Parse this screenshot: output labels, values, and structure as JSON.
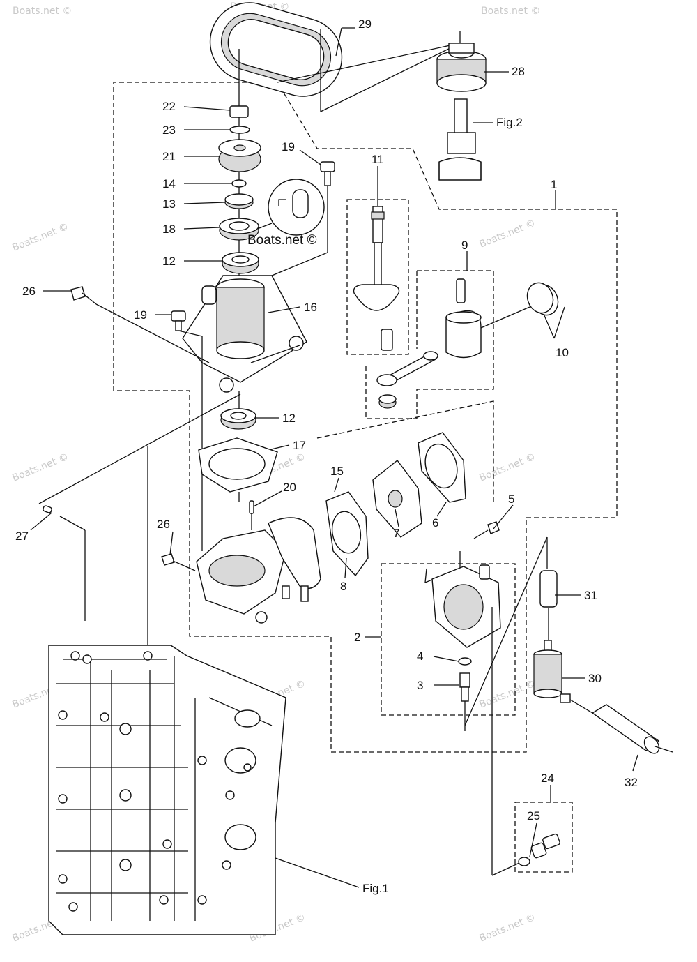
{
  "diagram": {
    "callouts": [
      {
        "id": "c1",
        "text": "1"
      },
      {
        "id": "c2",
        "text": "2"
      },
      {
        "id": "c3",
        "text": "3"
      },
      {
        "id": "c4",
        "text": "4"
      },
      {
        "id": "c5",
        "text": "5"
      },
      {
        "id": "c6",
        "text": "6"
      },
      {
        "id": "c7",
        "text": "7"
      },
      {
        "id": "c8",
        "text": "8"
      },
      {
        "id": "c9",
        "text": "9"
      },
      {
        "id": "c10",
        "text": "10"
      },
      {
        "id": "c11",
        "text": "11"
      },
      {
        "id": "c12a",
        "text": "12"
      },
      {
        "id": "c12b",
        "text": "12"
      },
      {
        "id": "c13",
        "text": "13"
      },
      {
        "id": "c14",
        "text": "14"
      },
      {
        "id": "c15",
        "text": "15"
      },
      {
        "id": "c16",
        "text": "16"
      },
      {
        "id": "c17",
        "text": "17"
      },
      {
        "id": "c18",
        "text": "18"
      },
      {
        "id": "c19a",
        "text": "19"
      },
      {
        "id": "c19b",
        "text": "19"
      },
      {
        "id": "c20",
        "text": "20"
      },
      {
        "id": "c21",
        "text": "21"
      },
      {
        "id": "c22",
        "text": "22"
      },
      {
        "id": "c23",
        "text": "23"
      },
      {
        "id": "c24",
        "text": "24"
      },
      {
        "id": "c25",
        "text": "25"
      },
      {
        "id": "c26a",
        "text": "26"
      },
      {
        "id": "c26b",
        "text": "26"
      },
      {
        "id": "c27",
        "text": "27"
      },
      {
        "id": "c28",
        "text": "28"
      },
      {
        "id": "c29",
        "text": "29"
      },
      {
        "id": "c30",
        "text": "30"
      },
      {
        "id": "c31",
        "text": "31"
      },
      {
        "id": "c32",
        "text": "32"
      }
    ],
    "figure_refs": {
      "fig1": "Fig.1",
      "fig2": "Fig.2"
    },
    "inset_watermark": "Boats.net ©",
    "watermark": "Boats.net ©"
  }
}
